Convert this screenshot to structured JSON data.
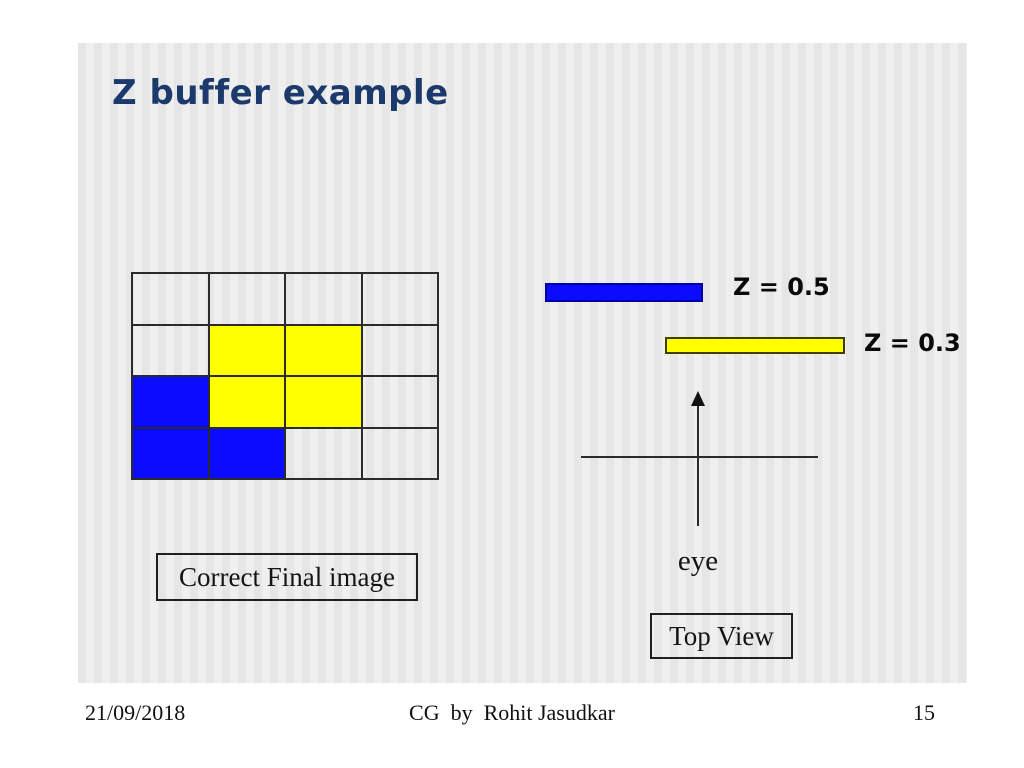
{
  "slide": {
    "title": "Z buffer example",
    "grid": {
      "rows": 4,
      "cols": 4,
      "cells": [
        "",
        "",
        "",
        "",
        "",
        "Y",
        "Y",
        "",
        "B",
        "Y",
        "Y",
        "",
        "B",
        "B",
        "",
        ""
      ]
    },
    "grid_caption": "Correct Final image",
    "bars": [
      {
        "color": "blue",
        "label": "Z = 0.5"
      },
      {
        "color": "yellow",
        "label": "Z = 0.3"
      }
    ],
    "eye_label": "eye",
    "view_label": "Top View"
  },
  "footer": {
    "date": "21/09/2018",
    "credit": "CG  by  Rohit Jasudkar",
    "page_number": "15"
  },
  "colors": {
    "title": "#1b3a6b",
    "blue": "#0b0bff",
    "yellow": "#ffff00",
    "stripe_dark": "#e6e6e6",
    "stripe_light": "#efefef"
  }
}
